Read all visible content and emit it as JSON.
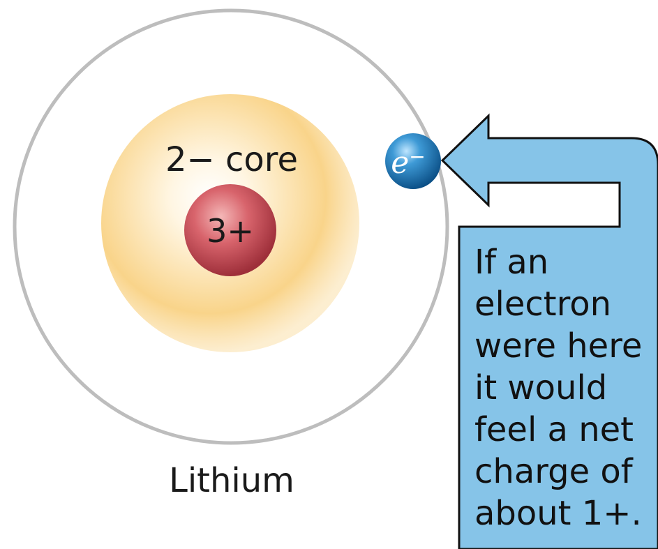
{
  "atom": {
    "name": "Lithium",
    "core_label": "2− core",
    "nucleus_label": "3+",
    "electron_symbol": "e",
    "electron_charge": "−"
  },
  "callout": {
    "lines": [
      "If an",
      "electron",
      "were here",
      "it would",
      "feel a net",
      "charge of",
      "about 1+."
    ]
  },
  "colors": {
    "orbit": "#bdbdbd",
    "core_glow": "#f7c66a",
    "nucleus": "#c94a55",
    "electron": "#1f78b4",
    "callout_fill": "#86c4e8",
    "callout_stroke": "#111111"
  }
}
